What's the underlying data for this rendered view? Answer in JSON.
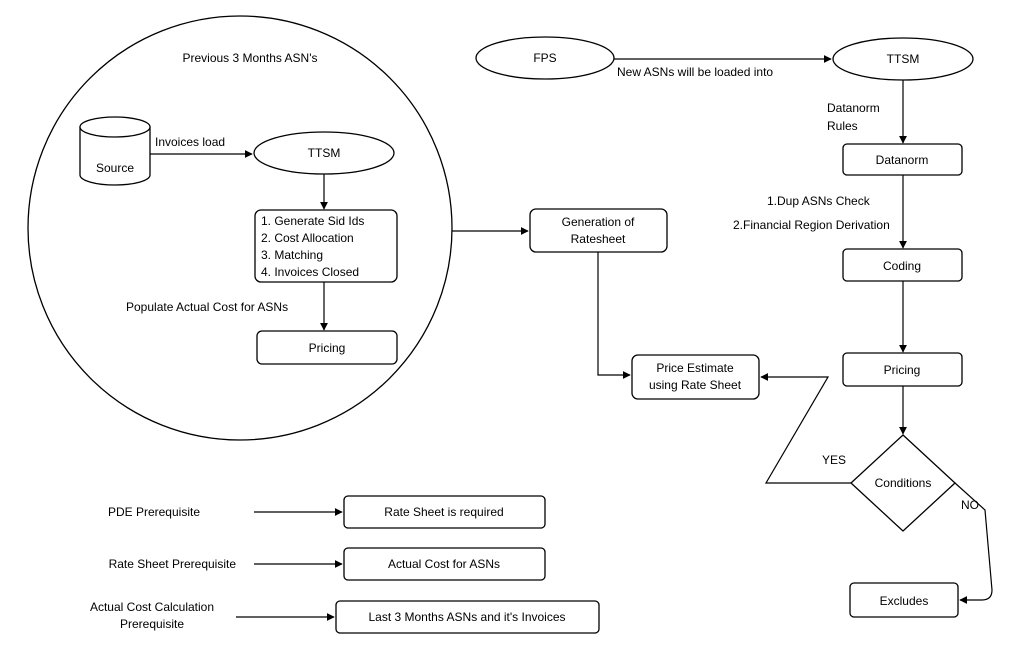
{
  "circle_title": "Previous 3 Months ASN's",
  "left": {
    "source": "Source",
    "invoices_load": "Invoices load",
    "ttsm": "TTSM",
    "steps": [
      "1. Generate Sid Ids",
      "2. Cost Allocation",
      "3. Matching",
      "4. Invoices Closed"
    ],
    "populate_label": "Populate Actual Cost for ASNs",
    "pricing": "Pricing"
  },
  "center": {
    "generation": [
      "Generation of",
      "Ratesheet"
    ],
    "price_estimate": [
      "Price Estimate",
      "using Rate Sheet"
    ]
  },
  "right": {
    "fps": "FPS",
    "new_asns_label": "New ASNs will be loaded into",
    "ttsm": "TTSM",
    "datanorm_rules": [
      "Datanorm",
      "Rules"
    ],
    "datanorm": "Datanorm",
    "checks": [
      "1.Dup ASNs Check",
      "2.Financial Region Derivation"
    ],
    "coding": "Coding",
    "pricing": "Pricing",
    "conditions": "Conditions",
    "yes": "YES",
    "no": "NO",
    "excludes": "Excludes"
  },
  "prerequisites": [
    {
      "label": [
        "PDE Prerequisite"
      ],
      "value": "Rate Sheet is required"
    },
    {
      "label": [
        "Rate Sheet Prerequisite"
      ],
      "value": "Actual Cost for ASNs"
    },
    {
      "label": [
        "Actual Cost Calculation",
        "Prerequisite"
      ],
      "value": "Last 3 Months ASNs and it's Invoices"
    }
  ]
}
